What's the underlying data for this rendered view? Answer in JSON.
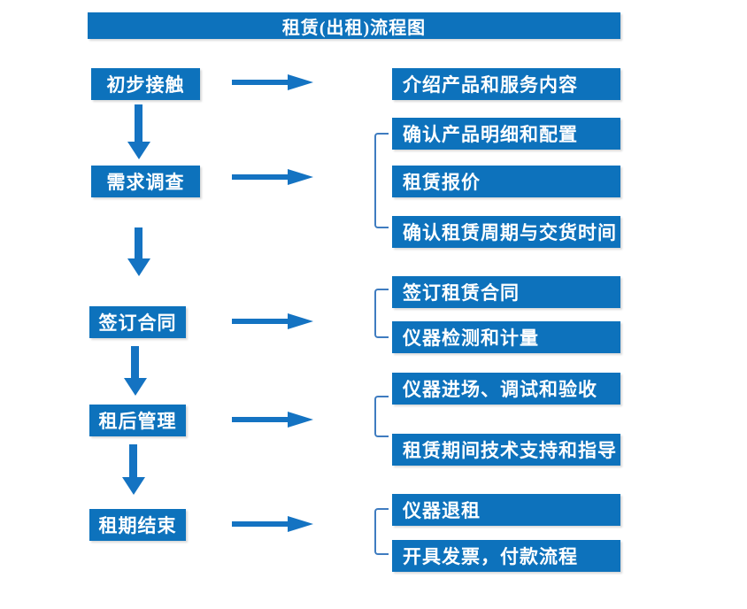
{
  "title": "租赁(出租)流程图",
  "colors": {
    "primary": "#0d72bc",
    "arrow": "#1473c2",
    "bracket": "#3f7cc0",
    "box_text": "#ffffff",
    "background": "#ffffff"
  },
  "stages": [
    {
      "label": "初步接触",
      "details": [
        "介绍产品和服务内容"
      ]
    },
    {
      "label": "需求调查",
      "details": [
        "确认产品明细和配置",
        "租赁报价",
        "确认租赁周期与交货时间"
      ]
    },
    {
      "label": "签订合同",
      "details": [
        "签订租赁合同",
        "仪器检测和计量"
      ]
    },
    {
      "label": "租后管理",
      "details": [
        "仪器进场、调试和验收",
        "租赁期间技术支持和指导"
      ]
    },
    {
      "label": "租期结束",
      "details": [
        "仪器退租",
        "开具发票，付款流程"
      ]
    }
  ]
}
